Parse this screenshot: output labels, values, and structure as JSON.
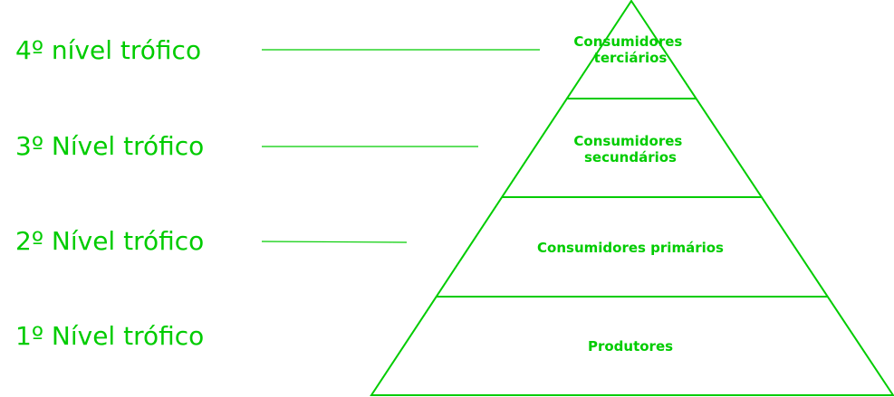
{
  "colors": {
    "accent": "#00cc00"
  },
  "levels": [
    {
      "label": "4º nível trófico"
    },
    {
      "label": "3º Nível trófico"
    },
    {
      "label": "2º Nível trófico"
    },
    {
      "label": "1º Nível trófico"
    }
  ],
  "pyramid": {
    "tiers": [
      {
        "lines": [
          "Consumidores",
          "terciários"
        ]
      },
      {
        "lines": [
          "Consumidores",
          "secundários"
        ]
      },
      {
        "lines": [
          "Consumidores primários"
        ]
      },
      {
        "lines": [
          "Produtores"
        ]
      }
    ]
  }
}
